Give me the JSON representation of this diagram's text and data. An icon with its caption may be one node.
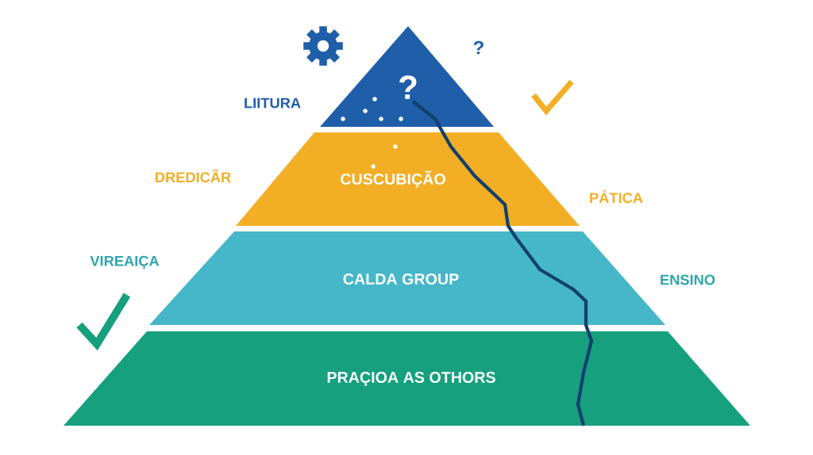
{
  "diagram": {
    "nodes": [
      {
        "text": [
          "?"
        ]
      },
      {
        "text": [
          "CUSCUBIÇÃO"
        ]
      },
      {
        "text": [
          "CALDA GROUP"
        ]
      },
      {
        "text": [
          "PRAÇIOA AS OTHORS"
        ]
      }
    ],
    "labels": [
      "?",
      "LIITURA",
      "DREDICÃR",
      "PÁTICA",
      "VIREAIÇA",
      "ENSINO"
    ]
  }
}
